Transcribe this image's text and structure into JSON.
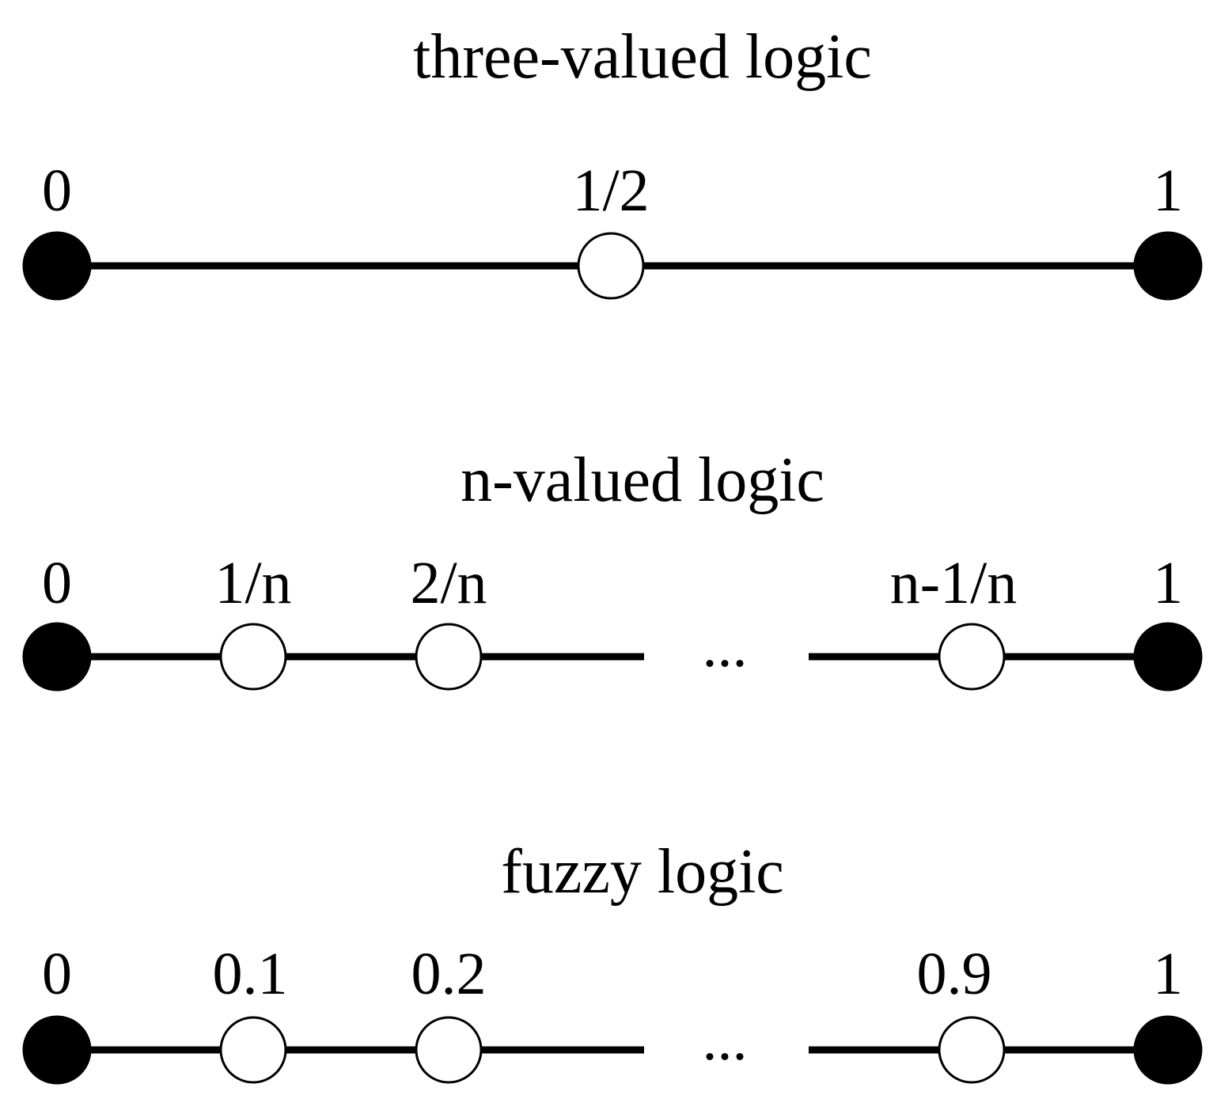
{
  "colors": {
    "line": "#000000",
    "endpoint_fill": "#000000",
    "intermediate_fill": "#ffffff",
    "background": "#ffffff"
  },
  "panels": [
    {
      "title": "three-valued logic",
      "points": [
        {
          "label": "0",
          "kind": "endpoint"
        },
        {
          "label": "1/2",
          "kind": "intermediate"
        },
        {
          "label": "1",
          "kind": "endpoint"
        }
      ],
      "ellipsis": ""
    },
    {
      "title": "n-valued logic",
      "points": [
        {
          "label": "0",
          "kind": "endpoint"
        },
        {
          "label": "1/n",
          "kind": "intermediate"
        },
        {
          "label": "2/n",
          "kind": "intermediate"
        },
        {
          "label": "n-1/n",
          "kind": "intermediate"
        },
        {
          "label": "1",
          "kind": "endpoint"
        }
      ],
      "ellipsis": "..."
    },
    {
      "title": "fuzzy logic",
      "points": [
        {
          "label": "0",
          "kind": "endpoint"
        },
        {
          "label": "0.1",
          "kind": "intermediate"
        },
        {
          "label": "0.2",
          "kind": "intermediate"
        },
        {
          "label": "0.9",
          "kind": "intermediate"
        },
        {
          "label": "1",
          "kind": "endpoint"
        }
      ],
      "ellipsis": "..."
    }
  ]
}
